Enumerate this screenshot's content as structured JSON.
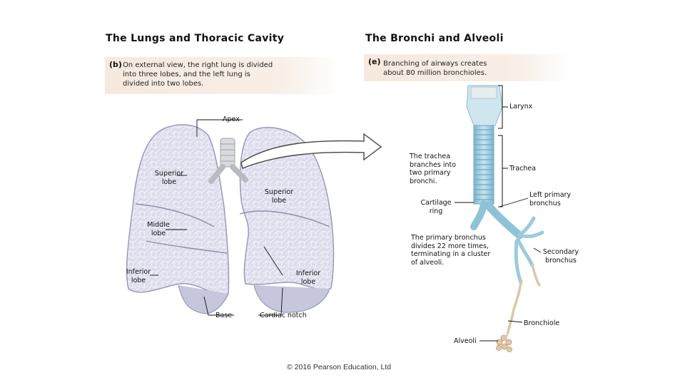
{
  "titles": {
    "left": "The Lungs and Thoracic Cavity",
    "right": "The Bronchi and Alveoli"
  },
  "captions": {
    "left": {
      "letter": "(b)",
      "text": "On external view, the right lung is divided\ninto three lobes, and the left lung is\ndivided into two lobes."
    },
    "right": {
      "letter": "(e)",
      "text": "Branching of airways creates\nabout 80 million bronchioles."
    }
  },
  "lung_labels": {
    "apex": "Apex",
    "superior_right": "Superior\nlobe",
    "superior_left": "Superior\nlobe",
    "middle": "Middle\nlobe",
    "inferior_right": "Inferior\nlobe",
    "inferior_left": "Inferior\nlobe",
    "base": "Base",
    "cardiac_notch": "Cardiac notch"
  },
  "airway_labels": {
    "larynx": "Larynx",
    "trachea": "Trachea",
    "trachea_branch_note": "The trachea\nbranches into\ntwo primary\nbronchi.",
    "cartilage_ring": "Cartilage\nring",
    "left_primary_bronchus": "Left primary\nbronchus",
    "primary_divides_note": "The primary bronchus\ndivides 22 more times,\nterminating in a cluster\nof alveoli.",
    "secondary_bronchus": "Secondary\nbronchus",
    "bronchiole": "Bronchiole",
    "alveoli": "Alveoli"
  },
  "footer": {
    "copyright": "© 2016 Pearson Education, Ltd"
  },
  "colors": {
    "lung_fill": "#dcdcec",
    "lung_edge": "#9a9ab8",
    "trachea": "#9fcde0",
    "cartilage": "#6fa8c4",
    "larynx": "#cfe6ef",
    "bronchiole": "#d8c8a8",
    "alveoli": "#e2c8a6",
    "caption_bg": "#f6e9de"
  }
}
